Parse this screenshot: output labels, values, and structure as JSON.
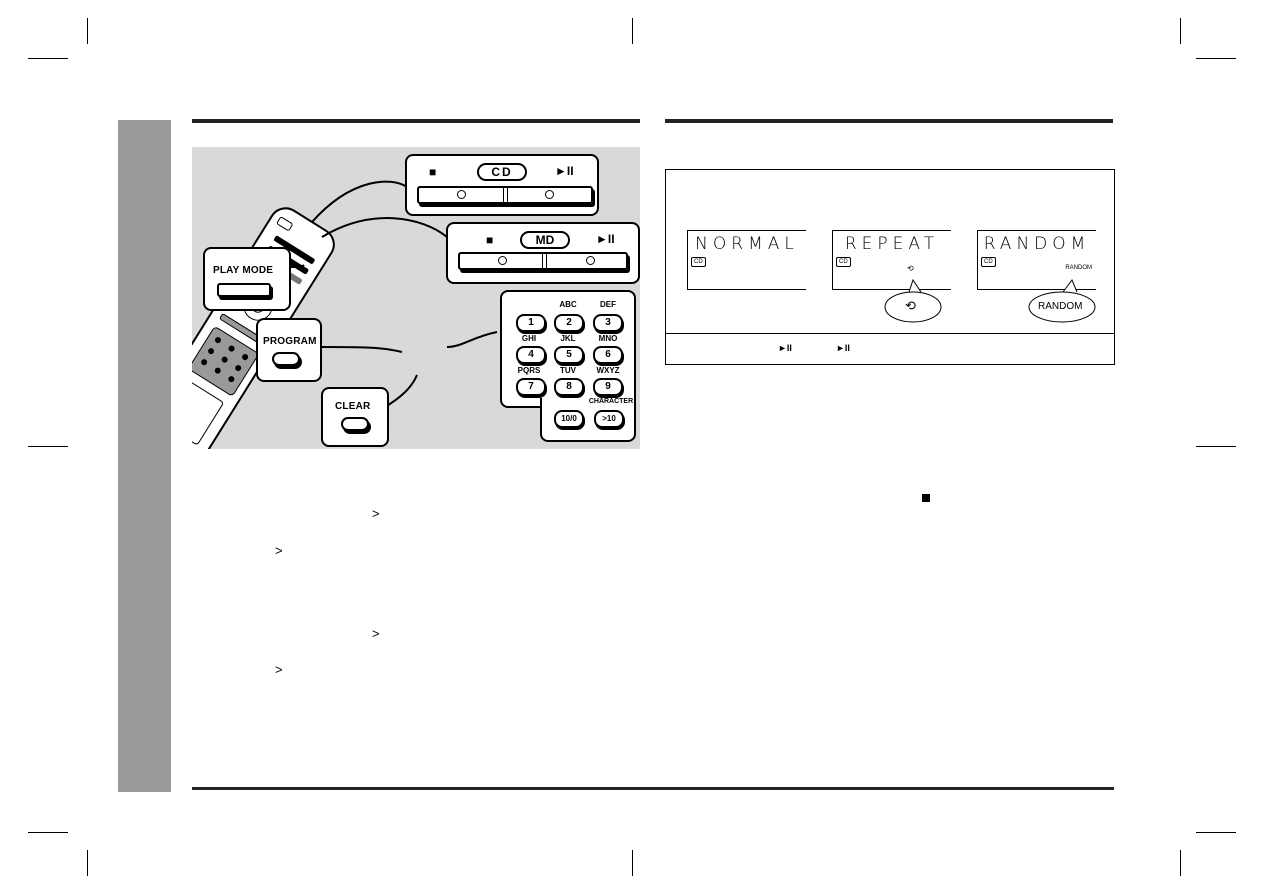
{
  "illustration": {
    "cd_panel": {
      "label": "CD",
      "stop_icon": "stop-icon",
      "play_icon": "play-pause-icon"
    },
    "md_panel": {
      "label": "MD",
      "stop_icon": "stop-icon",
      "play_icon": "play-pause-icon"
    },
    "play_mode_label": "PLAY MODE",
    "program_label": "PROGRAM",
    "clear_label": "CLEAR",
    "keypad": {
      "letters": [
        "ABC",
        "DEF",
        "GHI",
        "JKL",
        "MNO",
        "PQRS",
        "TUV",
        "WXYZ",
        "CHARACTER"
      ],
      "keys": [
        "1",
        "2",
        "3",
        "4",
        "5",
        "6",
        "7",
        "8",
        "9",
        "10/0",
        ">10"
      ]
    }
  },
  "left_text": {
    "arrows": [
      ">",
      ">",
      ">",
      ">"
    ]
  },
  "mode_diagram": {
    "displays": [
      {
        "text": "NORMAL",
        "badge": "CD",
        "indicator": ""
      },
      {
        "text": "REPEAT",
        "badge": "CD",
        "indicator": "repeat-icon"
      },
      {
        "text": "RANDOM",
        "badge": "CD",
        "indicator": "RANDOM"
      }
    ],
    "bubbles": [
      "repeat-icon",
      "RANDOM"
    ],
    "footer_icons": [
      "play-pause-icon",
      "play-pause-icon"
    ]
  },
  "right_text": {
    "stop_icon": "stop-icon"
  },
  "colors": {
    "sidebar": "#9a9a9a",
    "illustration_bg": "#d9d9d9"
  }
}
